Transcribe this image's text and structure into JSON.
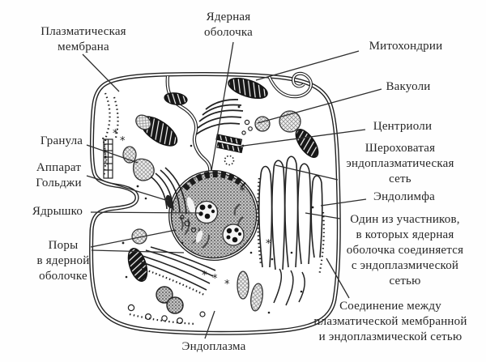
{
  "diagram": {
    "colors": {
      "ink": "#262626",
      "background": "#fefefe"
    },
    "labels": {
      "plasma_membrane": {
        "text": "Плазматическая\nмембрана"
      },
      "nuclear_envelope": {
        "text": "Ядерная\nоболочка"
      },
      "mitochondria": {
        "text": "Митохондрии"
      },
      "vacuoles": {
        "text": "Вакуоли"
      },
      "centrioles": {
        "text": "Центриоли"
      },
      "rough_er": {
        "text": "Шероховатая\nэндоплазматическая\nсеть"
      },
      "endolymph": {
        "text": "Эндолимфа"
      },
      "er_nucleus_junction": {
        "text": "Один из участников,\nв которых ядерная\nоболочка соединяется\nс эндоплазмической\nсетью"
      },
      "membrane_er_junction": {
        "text": "Соединение между\nплазматической мембранной\nи эндоплазмической сетью"
      },
      "granule": {
        "text": "Гранула"
      },
      "golgi": {
        "text": "Аппарат\nГольджи"
      },
      "nucleolus": {
        "text": "Ядрышко"
      },
      "nuclear_pores": {
        "text": "Поры\nв ядерной\nоболочке"
      },
      "endoplasm": {
        "text": "Эндоплазма"
      }
    }
  }
}
